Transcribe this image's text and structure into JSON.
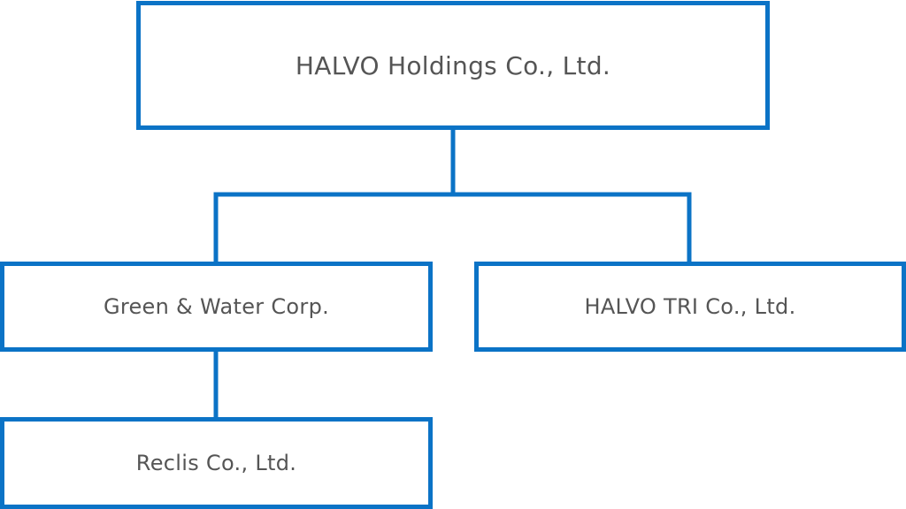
{
  "colors": {
    "border": "#0b73c6",
    "text": "#555555",
    "background": "#ffffff"
  },
  "org_chart": {
    "root": {
      "name": "HALVO Holdings Co., Ltd."
    },
    "subsidiaries": [
      {
        "name": "Green & Water Corp.",
        "children": [
          {
            "name": "Reclis Co., Ltd."
          }
        ]
      },
      {
        "name": "HALVO TRI Co., Ltd.",
        "children": []
      }
    ]
  }
}
